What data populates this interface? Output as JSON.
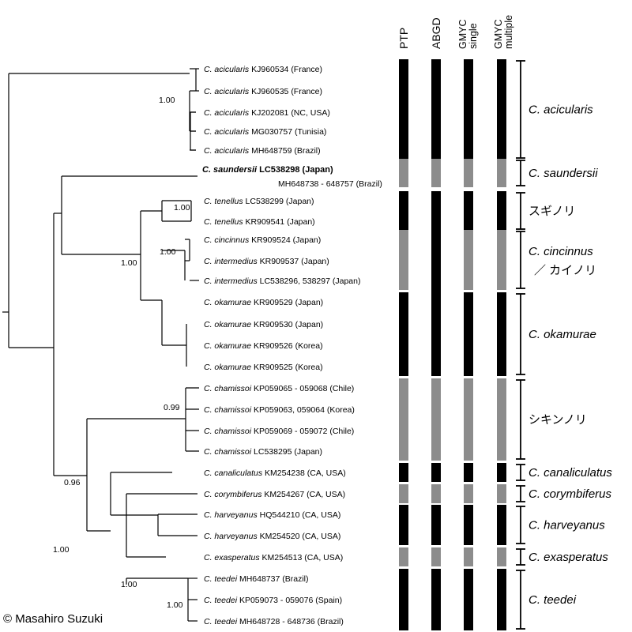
{
  "columns": [
    {
      "label": "PTP",
      "line2": ""
    },
    {
      "label": "ABGD",
      "line2": ""
    },
    {
      "label": "GMYC",
      "line2": "single"
    },
    {
      "label": "GMYC",
      "line2": "multiple"
    }
  ],
  "colors": {
    "black": "#000000",
    "gray": "#8c8c8c"
  },
  "tips": [
    {
      "sp": "C. acicularis",
      "rest": "KJ960534 (France)"
    },
    {
      "sp": "C. acicularis",
      "rest": "KJ960535 (France)"
    },
    {
      "sp": "C. acicularis",
      "rest": "KJ202081 (NC, USA)"
    },
    {
      "sp": "C. acicularis",
      "rest": "MG030757 (Tunisia)"
    },
    {
      "sp": "C. acicularis",
      "rest": "MH648759 (Brazil)"
    },
    {
      "sp": "C. saundersii",
      "rest": "LC538298 (Japan)",
      "rest2": "MH648738 - 648757 (Brazil)",
      "bold": true
    },
    {
      "sp": "C. tenellus",
      "rest": "LC538299 (Japan)"
    },
    {
      "sp": "C. tenellus",
      "rest": "KR909541 (Japan)"
    },
    {
      "sp": "C. cincinnus",
      "rest": "KR909524 (Japan)"
    },
    {
      "sp": "C. intermedius",
      "rest": "KR909537 (Japan)"
    },
    {
      "sp": "C. intermedius",
      "rest": "LC538296, 538297 (Japan)"
    },
    {
      "sp": "C. okamurae",
      "rest": "KR909529 (Japan)"
    },
    {
      "sp": "C. okamurae",
      "rest": "KR909530 (Japan)"
    },
    {
      "sp": "C. okamurae",
      "rest": "KR909526 (Korea)"
    },
    {
      "sp": "C. okamurae",
      "rest": "KR909525 (Korea)"
    },
    {
      "sp": "C. chamissoi",
      "rest": "KP059065 - 059068 (Chile)"
    },
    {
      "sp": "C. chamissoi",
      "rest": "KP059063, 059064 (Korea)"
    },
    {
      "sp": "C. chamissoi",
      "rest": "KP059069 - 059072 (Chile)"
    },
    {
      "sp": "C. chamissoi",
      "rest": "LC538295 (Japan)"
    },
    {
      "sp": "C. canaliculatus",
      "rest": "KM254238 (CA, USA)"
    },
    {
      "sp": "C. corymbiferus",
      "rest": "KM254267 (CA, USA)"
    },
    {
      "sp": "C. harveyanus",
      "rest": "HQ544210 (CA, USA)"
    },
    {
      "sp": "C. harveyanus",
      "rest": "KM254520 (CA, USA)"
    },
    {
      "sp": "C. exasperatus",
      "rest": "KM254513 (CA, USA)"
    },
    {
      "sp": "C. teedei",
      "rest": "MH648737 (Brazil)"
    },
    {
      "sp": "C. teedei",
      "rest": "KP059073 - 059076 (Spain)"
    },
    {
      "sp": "C. teedei",
      "rest": "MH648728 - 648736 (Brazil)"
    }
  ],
  "supports": [
    "1.00",
    "1.00",
    "1.00",
    "1.00",
    "0.99",
    "0.96",
    "1.00",
    "1.00"
  ],
  "bars": [
    [
      "black",
      "black",
      "black",
      "black",
      "black",
      "black",
      "black",
      "black",
      "black",
      "black",
      "black",
      "black",
      "black",
      "black",
      "black",
      "black"
    ],
    [
      "gray",
      "gray",
      "gray",
      "gray",
      "gray",
      "gray",
      "gray",
      "gray",
      "gray",
      "gray",
      "gray",
      "gray",
      "gray",
      "gray",
      "gray",
      "gray"
    ]
  ],
  "segments": {
    "ptp": [
      {
        "from": 0,
        "to": 4,
        "color": "black"
      },
      {
        "from": 5,
        "to": 5,
        "color": "gray"
      },
      {
        "from": 6,
        "to": 7,
        "color": "black"
      },
      {
        "from": 8,
        "to": 10,
        "color": "gray"
      },
      {
        "from": 11,
        "to": 14,
        "color": "black"
      },
      {
        "from": 15,
        "to": 18,
        "color": "gray"
      },
      {
        "from": 19,
        "to": 19,
        "color": "black"
      },
      {
        "from": 20,
        "to": 20,
        "color": "gray"
      },
      {
        "from": 21,
        "to": 22,
        "color": "black"
      },
      {
        "from": 23,
        "to": 23,
        "color": "gray"
      },
      {
        "from": 24,
        "to": 26,
        "color": "black"
      }
    ],
    "abgd": [
      {
        "from": 0,
        "to": 4,
        "color": "black"
      },
      {
        "from": 5,
        "to": 5,
        "color": "gray"
      },
      {
        "from": 6,
        "to": 14,
        "color": "black"
      },
      {
        "from": 15,
        "to": 18,
        "color": "gray"
      },
      {
        "from": 19,
        "to": 19,
        "color": "black"
      },
      {
        "from": 20,
        "to": 20,
        "color": "gray"
      },
      {
        "from": 21,
        "to": 22,
        "color": "black"
      },
      {
        "from": 23,
        "to": 23,
        "color": "gray"
      },
      {
        "from": 24,
        "to": 26,
        "color": "black"
      }
    ],
    "gmyc_single": [
      {
        "from": 0,
        "to": 4,
        "color": "black"
      },
      {
        "from": 5,
        "to": 5,
        "color": "gray"
      },
      {
        "from": 6,
        "to": 7,
        "color": "black"
      },
      {
        "from": 8,
        "to": 10,
        "color": "gray"
      },
      {
        "from": 11,
        "to": 14,
        "color": "black"
      },
      {
        "from": 15,
        "to": 18,
        "color": "gray"
      },
      {
        "from": 19,
        "to": 19,
        "color": "black"
      },
      {
        "from": 20,
        "to": 20,
        "color": "gray"
      },
      {
        "from": 21,
        "to": 22,
        "color": "black"
      },
      {
        "from": 23,
        "to": 23,
        "color": "gray"
      },
      {
        "from": 24,
        "to": 26,
        "color": "black"
      }
    ],
    "gmyc_multiple": [
      {
        "from": 0,
        "to": 4,
        "color": "black"
      },
      {
        "from": 5,
        "to": 5,
        "color": "gray"
      },
      {
        "from": 6,
        "to": 7,
        "color": "black"
      },
      {
        "from": 8,
        "to": 10,
        "color": "gray"
      },
      {
        "from": 11,
        "to": 14,
        "color": "black"
      },
      {
        "from": 15,
        "to": 18,
        "color": "gray"
      },
      {
        "from": 19,
        "to": 19,
        "color": "black"
      },
      {
        "from": 20,
        "to": 20,
        "color": "gray"
      },
      {
        "from": 21,
        "to": 22,
        "color": "black"
      },
      {
        "from": 23,
        "to": 23,
        "color": "gray"
      },
      {
        "from": 24,
        "to": 26,
        "color": "black"
      }
    ]
  },
  "clades": [
    {
      "from": 0,
      "to": 4,
      "label": "C. acicularis",
      "label2": "",
      "italic": true
    },
    {
      "from": 5,
      "to": 5,
      "label": "C. saundersii",
      "label2": "",
      "italic": true
    },
    {
      "from": 6,
      "to": 7,
      "label": "スギノリ",
      "label2": "",
      "italic": false
    },
    {
      "from": 8,
      "to": 10,
      "label": "C. cincinnus",
      "label2": "／ カイノリ",
      "italic": true
    },
    {
      "from": 11,
      "to": 14,
      "label": "C. okamurae",
      "label2": "",
      "italic": true
    },
    {
      "from": 15,
      "to": 18,
      "label": "シキンノリ",
      "label2": "",
      "italic": false
    },
    {
      "from": 19,
      "to": 19,
      "label": "C. canaliculatus",
      "label2": "",
      "italic": true
    },
    {
      "from": 20,
      "to": 20,
      "label": "C. corymbiferus",
      "label2": "",
      "italic": true
    },
    {
      "from": 21,
      "to": 22,
      "label": "C. harveyanus",
      "label2": "",
      "italic": true
    },
    {
      "from": 23,
      "to": 23,
      "label": "C. exasperatus",
      "label2": "",
      "italic": true
    },
    {
      "from": 24,
      "to": 26,
      "label": "C. teedei",
      "label2": "",
      "italic": true
    }
  ],
  "copyright": "© Masahiro Suzuki"
}
